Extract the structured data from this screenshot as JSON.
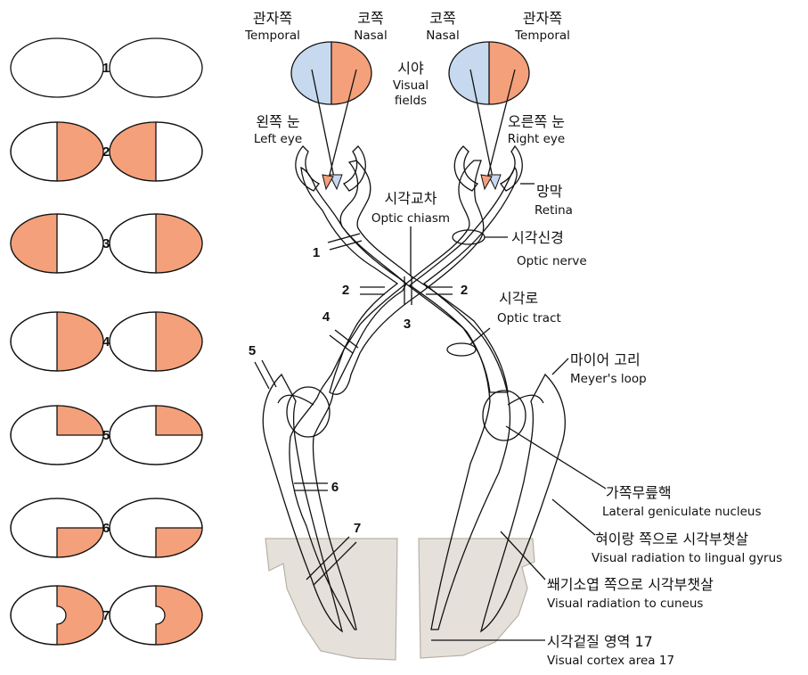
{
  "colors": {
    "temporal_field": "#f4a07a",
    "nasal_field": "#c6d9ef",
    "cortex": "#e6e0da",
    "outline": "#111111"
  },
  "visual_field_defects": [
    "1",
    "2",
    "3",
    "4",
    "5",
    "6",
    "7"
  ],
  "labels": {
    "left_temporal_ko": "관자쪽",
    "left_temporal_en": "Temporal",
    "left_nasal_ko": "코쪽",
    "left_nasal_en": "Nasal",
    "right_nasal_ko": "코쪽",
    "right_nasal_en": "Nasal",
    "right_temporal_ko": "관자쪽",
    "right_temporal_en": "Temporal",
    "visual_fields_ko": "시야",
    "visual_fields_en1": "Visual",
    "visual_fields_en2": "fields",
    "left_eye_ko": "왼쪽 눈",
    "left_eye_en": "Left eye",
    "right_eye_ko": "오른쪽 눈",
    "right_eye_en": "Right eye",
    "retina_ko": "망막",
    "retina_en": "Retina",
    "chiasm_ko": "시각교차",
    "chiasm_en": "Optic chiasm",
    "nerve_ko": "시각신경",
    "nerve_en": "Optic nerve",
    "tract_ko": "시각로",
    "tract_en": "Optic tract",
    "meyer_ko": "마이어 고리",
    "meyer_en": "Meyer's loop",
    "lgn_ko": "가쪽무릎핵",
    "lgn_en": "Lateral geniculate nucleus",
    "lingual_ko": "혀이랑 쪽으로 시각부챗살",
    "lingual_en": "Visual radiation to lingual gyrus",
    "cuneus_ko": "쐐기소엽 쪽으로 시각부챗살",
    "cuneus_en": "Visual radiation to cuneus",
    "cortex_ko": "시각겉질 영역 17",
    "cortex_en": "Visual cortex area 17"
  },
  "lesion_markers": [
    "1",
    "2",
    "2",
    "3",
    "4",
    "5",
    "6",
    "7"
  ]
}
